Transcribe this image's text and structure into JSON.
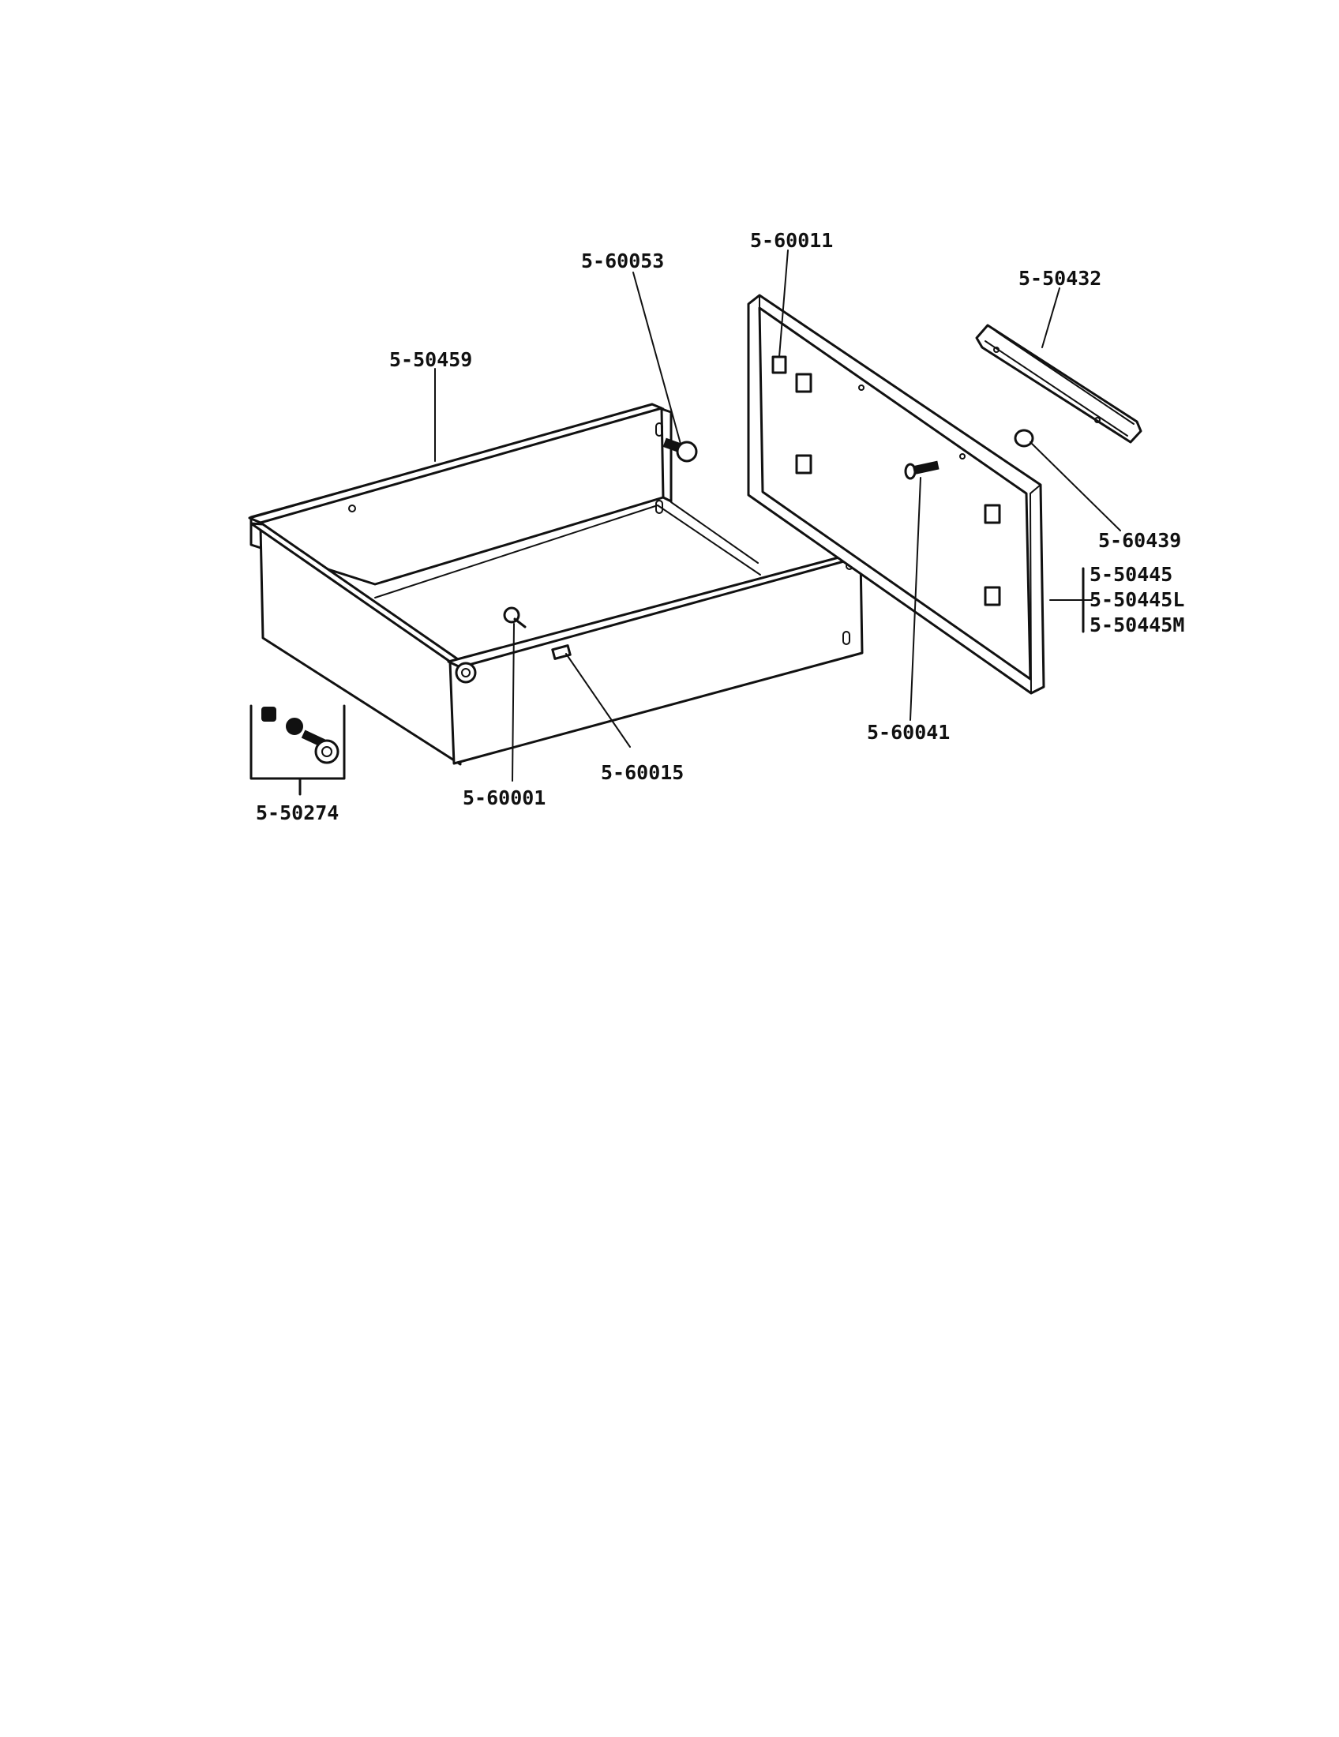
{
  "diagram": {
    "part_labels": {
      "p60053": "5-60053",
      "p60011": "5-60011",
      "p50432": "5-50432",
      "p50459": "5-50459",
      "p60439": "5-60439",
      "p50445": "5-50445",
      "p50445L": "5-50445L",
      "p50445M": "5-50445M",
      "p60041": "5-60041",
      "p60015": "5-60015",
      "p60001": "5-60001",
      "p50274": "5-50274"
    }
  }
}
